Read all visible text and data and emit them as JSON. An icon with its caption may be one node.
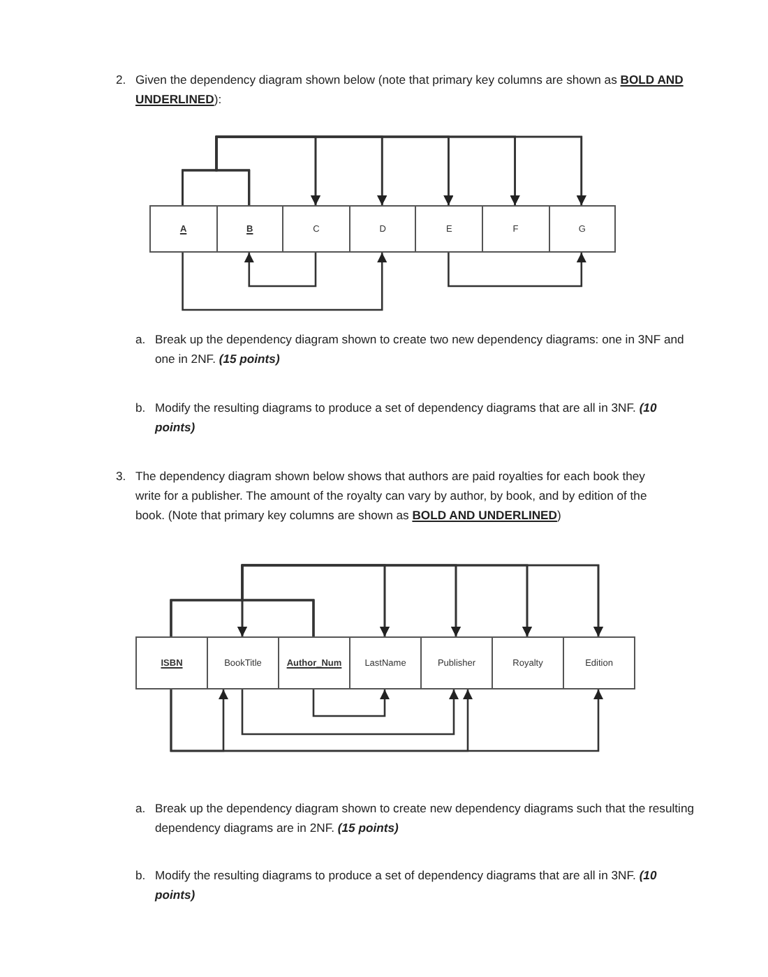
{
  "diagram": {
    "nodes": [
      {
        "text": [
          "A"
        ]
      },
      {
        "text": [
          "B"
        ]
      },
      {
        "text": [
          "C"
        ]
      },
      {
        "text": [
          "D"
        ]
      },
      {
        "text": [
          "E"
        ]
      },
      {
        "text": [
          "F"
        ]
      },
      {
        "text": [
          "G"
        ]
      },
      {
        "text": [
          "ISBN"
        ]
      },
      {
        "text": [
          "BookTitle"
        ]
      },
      {
        "text": [
          "Author_Num"
        ]
      },
      {
        "text": [
          "LastName"
        ]
      },
      {
        "text": [
          "Publisher"
        ]
      },
      {
        "text": [
          "Royalty"
        ]
      },
      {
        "text": [
          "Edition"
        ]
      }
    ],
    "edges": [
      {
        "from": 0,
        "to": 2,
        "arrow": "to"
      },
      {
        "from": 0,
        "to": 3,
        "arrow": "to"
      },
      {
        "from": 0,
        "to": 4,
        "arrow": "to"
      },
      {
        "from": 0,
        "to": 5,
        "arrow": "to"
      },
      {
        "from": 0,
        "to": 6,
        "arrow": "to"
      },
      {
        "from": 1,
        "to": 2,
        "arrow": "to"
      },
      {
        "from": 1,
        "to": 3,
        "arrow": "to"
      },
      {
        "from": 1,
        "to": 4,
        "arrow": "to"
      },
      {
        "from": 1,
        "to": 5,
        "arrow": "to"
      },
      {
        "from": 1,
        "to": 6,
        "arrow": "to"
      },
      {
        "from": 2,
        "to": 1,
        "arrow": "to"
      },
      {
        "from": 0,
        "to": 3,
        "arrow": "to"
      },
      {
        "from": 4,
        "to": 6,
        "arrow": "to"
      },
      {
        "from": 7,
        "to": 8,
        "arrow": "to"
      },
      {
        "from": 7,
        "to": 10,
        "arrow": "to"
      },
      {
        "from": 7,
        "to": 11,
        "arrow": "to"
      },
      {
        "from": 7,
        "to": 12,
        "arrow": "to"
      },
      {
        "from": 7,
        "to": 13,
        "arrow": "to"
      },
      {
        "from": 9,
        "to": 8,
        "arrow": "to"
      },
      {
        "from": 9,
        "to": 10,
        "arrow": "to"
      },
      {
        "from": 9,
        "to": 11,
        "arrow": "to"
      },
      {
        "from": 9,
        "to": 12,
        "arrow": "to"
      },
      {
        "from": 9,
        "to": 13,
        "arrow": "to"
      },
      {
        "from": 9,
        "to": 10,
        "arrow": "to"
      },
      {
        "from": 8,
        "to": 11,
        "arrow": "to"
      },
      {
        "from": 7,
        "to": 8,
        "arrow": "to"
      },
      {
        "from": 7,
        "to": 11,
        "arrow": "to"
      },
      {
        "from": 7,
        "to": 13,
        "arrow": "to"
      }
    ],
    "labels": [
      "2.",
      "Given the dependency diagram shown below (note that primary key columns are shown as **BOLD AND UNDERLINED**):",
      "a.",
      "Break up the dependency diagram shown to create two new dependency diagrams: one in 3NF and one in 2NF. **(15 points)**",
      "b.",
      "Modify the resulting diagrams to produce a set of dependency diagrams that are all in 3NF. **(10 points)**",
      "3.",
      "The dependency diagram shown below shows that authors are paid royalties for each book they write for a publisher. The amount of the royalty can vary by author, by book, and by edition of the book. (Note that primary key columns are shown as **BOLD AND UNDERLINED**)",
      "a.",
      "Break up the dependency diagram shown to create new dependency diagrams such that the resulting dependency diagrams are in 2NF. **(15 points)**",
      "b.",
      "Modify the resulting diagrams to produce a set of dependency diagrams that are all in 3NF. **(10 points)**"
    ]
  }
}
